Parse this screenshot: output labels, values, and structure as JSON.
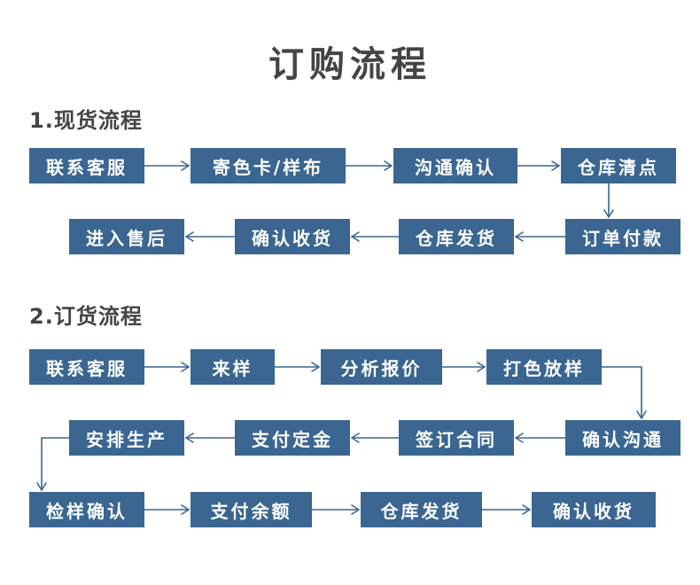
{
  "title": "订购流程",
  "section1": {
    "heading": "1.现货流程",
    "row1": [
      "联系客服",
      "寄色卡/样布",
      "沟通确认",
      "仓库清点"
    ],
    "row2": [
      "进入售后",
      "确认收货",
      "仓库发货",
      "订单付款"
    ]
  },
  "section2": {
    "heading": "2.订货流程",
    "row1": [
      "联系客服",
      "来样",
      "分析报价",
      "打色放样"
    ],
    "row2": [
      "安排生产",
      "支付定金",
      "签订合同",
      "确认沟通"
    ],
    "row3": [
      "检样确认",
      "支付余额",
      "仓库发货",
      "确认收货"
    ]
  },
  "colors": {
    "box": "#3a6691",
    "arrow": "#3a6691",
    "text": "#444444"
  }
}
